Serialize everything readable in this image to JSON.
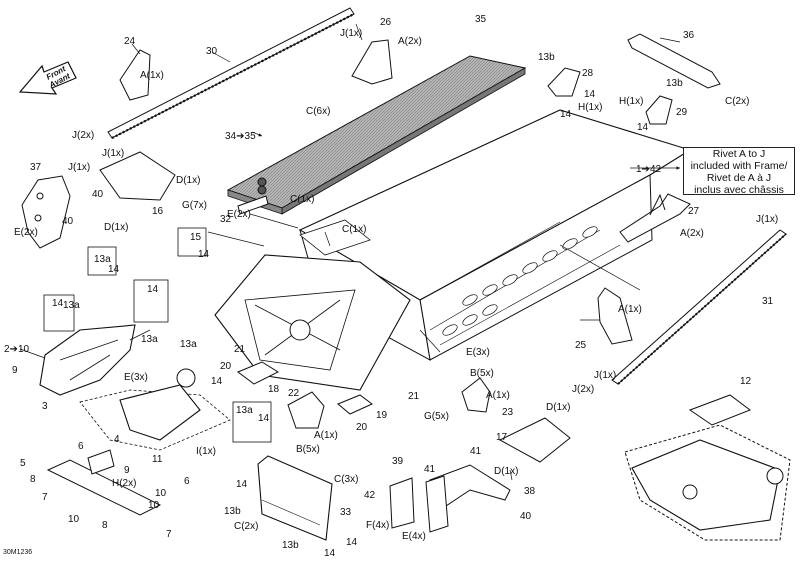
{
  "diagram": {
    "drawing_id": "30M1236",
    "front_label": {
      "line1": "Front",
      "line2": "Avant"
    },
    "note": {
      "line1": "Rivet A to J",
      "line2": "included with Frame/",
      "line3": "Rivet de A à J",
      "line4": "inclus avec châssis"
    },
    "callouts": {
      "c24": "24",
      "c30": "30",
      "c26": "26",
      "c35": "35",
      "c36": "36",
      "j1x_a": "J(1x)",
      "a2x_a": "A(2x)",
      "a1x_24": "A(1x)",
      "c6x": "C(6x)",
      "c13b_a": "13b",
      "c28": "28",
      "c14_a": "14",
      "h1x_a": "H(1x)",
      "c14_b": "14",
      "c13b_b": "13b",
      "h1x_b": "H(1x)",
      "c29": "29",
      "c14_c": "14",
      "c2x_a": "C(2x)",
      "c34_35": "34➔35",
      "j2x_a": "J(2x)",
      "j1x_b": "J(1x)",
      "c37": "37",
      "j1x_c": "J(1x)",
      "d1x_a": "D(1x)",
      "c40_a": "40",
      "c40_b": "40",
      "c16": "16",
      "d1x_b": "D(1x)",
      "e2x_a": "E(2x)",
      "c32": "32",
      "c1_42": "1➔42",
      "c27": "27",
      "j1x_d": "J(1x)",
      "g7x": "G(7x)",
      "e2x_b": "E(2x)",
      "c1x_a": "C(1x)",
      "c1x_b": "C(1x)",
      "c13a_a": "13a",
      "c14_d": "14",
      "c15": "15",
      "c14_e": "14",
      "a2x_b": "A(2x)",
      "c14_f": "14",
      "c13a_b": "13a",
      "c14_g": "14",
      "c13a_c": "13a",
      "c2_10": "2➔10",
      "c9_a": "9",
      "c3": "3",
      "e3x_a": "E(3x)",
      "c13a_d": "13a",
      "c14_h": "14",
      "c21_a": "21",
      "c20_a": "20",
      "c18": "18",
      "c22": "22",
      "c21_b": "21",
      "c20_b": "20",
      "c19": "19",
      "a1x_b": "A(1x)",
      "c25": "25",
      "e3x_b": "E(3x)",
      "b5x_a": "B(5x)",
      "a1x_c": "A(1x)",
      "c23": "23",
      "c31": "31",
      "j1x_e": "J(1x)",
      "j2x_b": "J(2x)",
      "c12": "12",
      "d1x_c": "D(1x)",
      "c17": "17",
      "d1x_d": "D(1x)",
      "g5x": "G(5x)",
      "b5x_b": "B(5x)",
      "a1x_d": "A(1x)",
      "c13a_e": "13a",
      "c14_i": "14",
      "i1x": "I(1x)",
      "c4": "4",
      "c6_a": "6",
      "c9_b": "9",
      "c6_b": "6",
      "c5": "5",
      "c11": "11",
      "h2x": "H(2x)",
      "c8": "8",
      "c7_a": "7",
      "c10_a": "10",
      "c10_b": "10",
      "c10_c": "10",
      "c8_b": "8",
      "c7_b": "7",
      "c14_j": "14",
      "c3x": "C(3x)",
      "c13b_c": "13b",
      "c2x_b": "C(2x)",
      "c33": "33",
      "c13b_d": "13b",
      "c14_k": "14",
      "c14_l": "14",
      "c39": "39",
      "c41_a": "41",
      "c41_b": "41",
      "c42": "42",
      "f4x": "F(4x)",
      "e4x": "E(4x)",
      "c38": "38",
      "c40_c": "40"
    }
  },
  "colors": {
    "ink": "#111111",
    "shade": "#9a9a9a",
    "panel": "#c8c8c8"
  }
}
